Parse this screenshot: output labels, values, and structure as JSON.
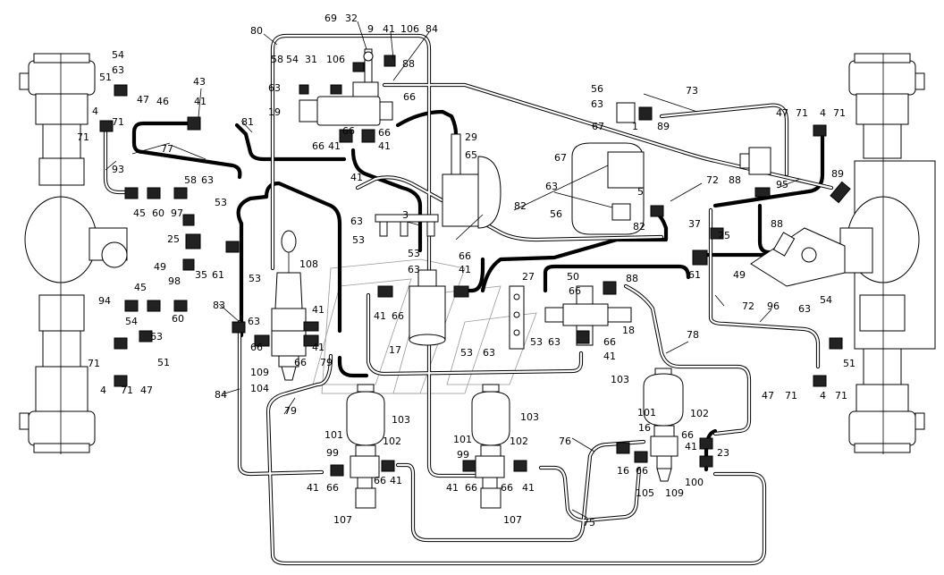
{
  "diagram": {
    "callouts": [
      "80",
      "69",
      "32",
      "9",
      "41",
      "106",
      "84",
      "58",
      "54",
      "31",
      "106",
      "88",
      "63",
      "66",
      "19",
      "66",
      "41",
      "66",
      "66",
      "41",
      "41",
      "54",
      "63",
      "51",
      "47",
      "71",
      "4",
      "71",
      "43",
      "41",
      "46",
      "81",
      "77",
      "93",
      "58",
      "63",
      "53",
      "45",
      "60",
      "97",
      "25",
      "49",
      "35",
      "61",
      "98",
      "94",
      "45",
      "60",
      "54",
      "63",
      "51",
      "71",
      "4",
      "71",
      "47",
      "56",
      "63",
      "67",
      "1",
      "89",
      "73",
      "29",
      "65",
      "67",
      "63",
      "5",
      "56",
      "82",
      "3",
      "63",
      "53",
      "53",
      "63",
      "66",
      "41",
      "41",
      "66",
      "17",
      "108",
      "53",
      "83",
      "63",
      "41",
      "66",
      "66",
      "41",
      "109",
      "104",
      "84",
      "79",
      "79",
      "27",
      "50",
      "66",
      "88",
      "18",
      "53",
      "63",
      "66",
      "41",
      "53",
      "63",
      "72",
      "37",
      "25",
      "61",
      "49",
      "72",
      "96",
      "78",
      "88",
      "82",
      "47",
      "71",
      "4",
      "71",
      "88",
      "95",
      "89",
      "63",
      "54",
      "51",
      "47",
      "71",
      "4",
      "71",
      "103",
      "101",
      "102",
      "99",
      "41",
      "66",
      "66",
      "41",
      "107",
      "103",
      "101",
      "102",
      "99",
      "41",
      "66",
      "66",
      "41",
      "107",
      "103",
      "16",
      "101",
      "102",
      "66",
      "41",
      "23",
      "100",
      "16",
      "66",
      "105",
      "109",
      "76",
      "75"
    ]
  }
}
